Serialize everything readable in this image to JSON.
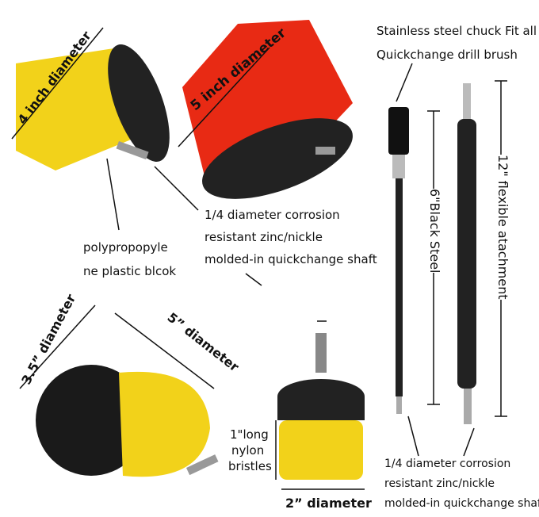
{
  "labels": {
    "four_inch": "4 inch diameter",
    "five_inch": "5 inch diameter",
    "chuck_line1": "Stainless steel chuck Fit all",
    "chuck_line2": "Quickchange drill brush",
    "poly_line1": "polypropopyle",
    "poly_line2": "ne plastic blcok",
    "shaft_top_line1": "1/4 diameter corrosion",
    "shaft_top_line2": "resistant zinc/nickle",
    "shaft_top_line3": "molded-in quickchange shaft",
    "black_steel": "6\"Black Steel",
    "flexible": "12\" flexible atachment",
    "three_five": "3.5” diameter",
    "five_diam": "5” diameter",
    "bristle_line1": "1\"long",
    "bristle_line2": "nylon",
    "bristle_line3": "bristles",
    "two_inch": "2” diameter",
    "shaft_bottom_line1": "1/4 diameter corrosion",
    "shaft_bottom_line2": "resistant zinc/nickle",
    "shaft_bottom_line3": "molded-in quickchange shaft"
  },
  "colors": {
    "yellow": "#f2d21a",
    "red": "#e82a14",
    "black": "#1c1c1c"
  }
}
